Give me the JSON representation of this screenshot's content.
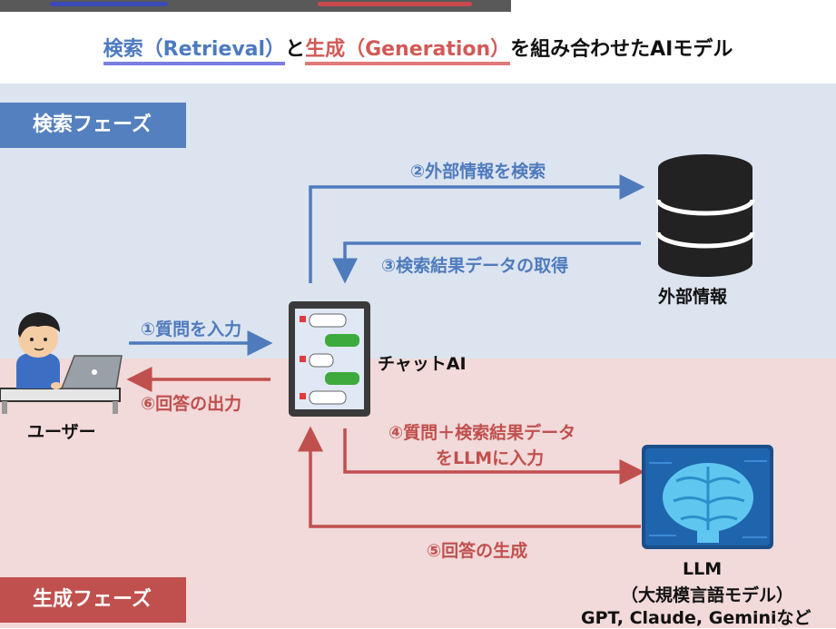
{
  "subtitle": {
    "retrieval": "検索（Retrieval）",
    "and": "と",
    "generation": "生成（Generation）",
    "rest": "を組み合わせたAIモデル"
  },
  "phases": {
    "search": "検索フェーズ",
    "generation": "生成フェーズ"
  },
  "steps": {
    "s1": "①質問を入力",
    "s2": "②外部情報を検索",
    "s3": "③検索結果データの取得",
    "s4_line1": "④質問＋検索結果データ",
    "s4_line2": "をLLMに入力",
    "s5": "⑤回答の生成",
    "s6": "⑥回答の出力"
  },
  "nodes": {
    "user": "ユーザー",
    "chat_ai": "チャットAI",
    "external_info": "外部情報",
    "llm_name": "LLM",
    "llm_desc": "（大規模言語モデル）",
    "llm_examples": "GPT, Claude, Geminiなど"
  },
  "colors": {
    "search_bg": "#dce4f0",
    "generation_bg": "#f2d9da",
    "search_accent": "#4f7bbd",
    "generation_accent": "#c0504d"
  }
}
